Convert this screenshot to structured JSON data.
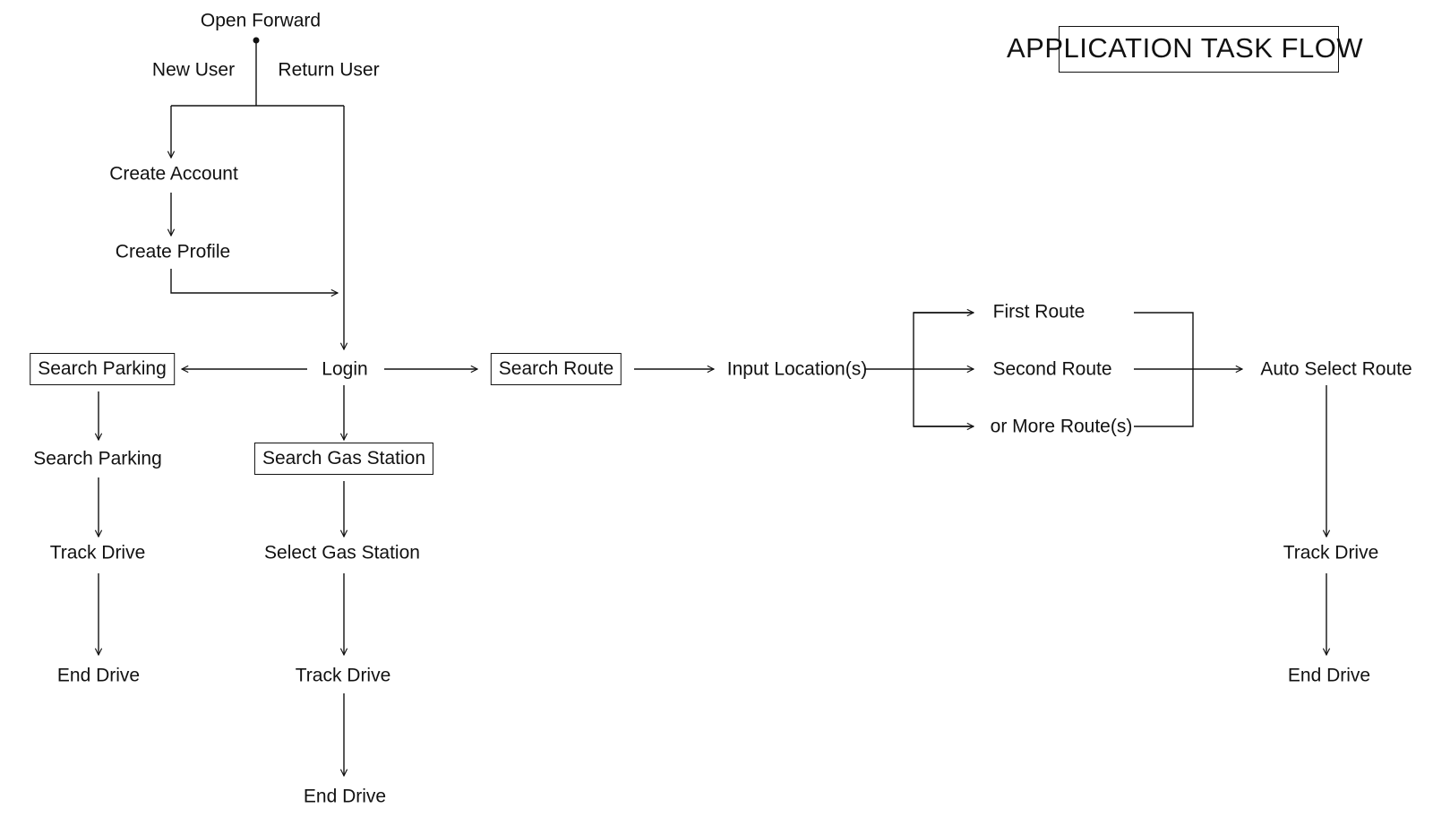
{
  "title": "APPLICATION TASK FLOW",
  "nodes": {
    "open_forward": "Open Forward",
    "new_user": "New User",
    "return_user": "Return User",
    "create_account": "Create Account",
    "create_profile": "Create Profile",
    "login": "Login",
    "search_parking_box": "Search Parking",
    "search_parking": "Search Parking",
    "track_drive_parking": "Track Drive",
    "end_drive_parking": "End Drive",
    "search_gas_station": "Search Gas Station",
    "select_gas_station": "Select Gas Station",
    "track_drive_gas": "Track Drive",
    "end_drive_gas": "End Drive",
    "search_route": "Search Route",
    "input_locations": "Input Location(s)",
    "first_route": "First Route",
    "second_route": "Second Route",
    "more_routes": "or More Route(s)",
    "auto_select_route": "Auto Select Route",
    "track_drive_route": "Track Drive",
    "end_drive_route": "End Drive"
  }
}
